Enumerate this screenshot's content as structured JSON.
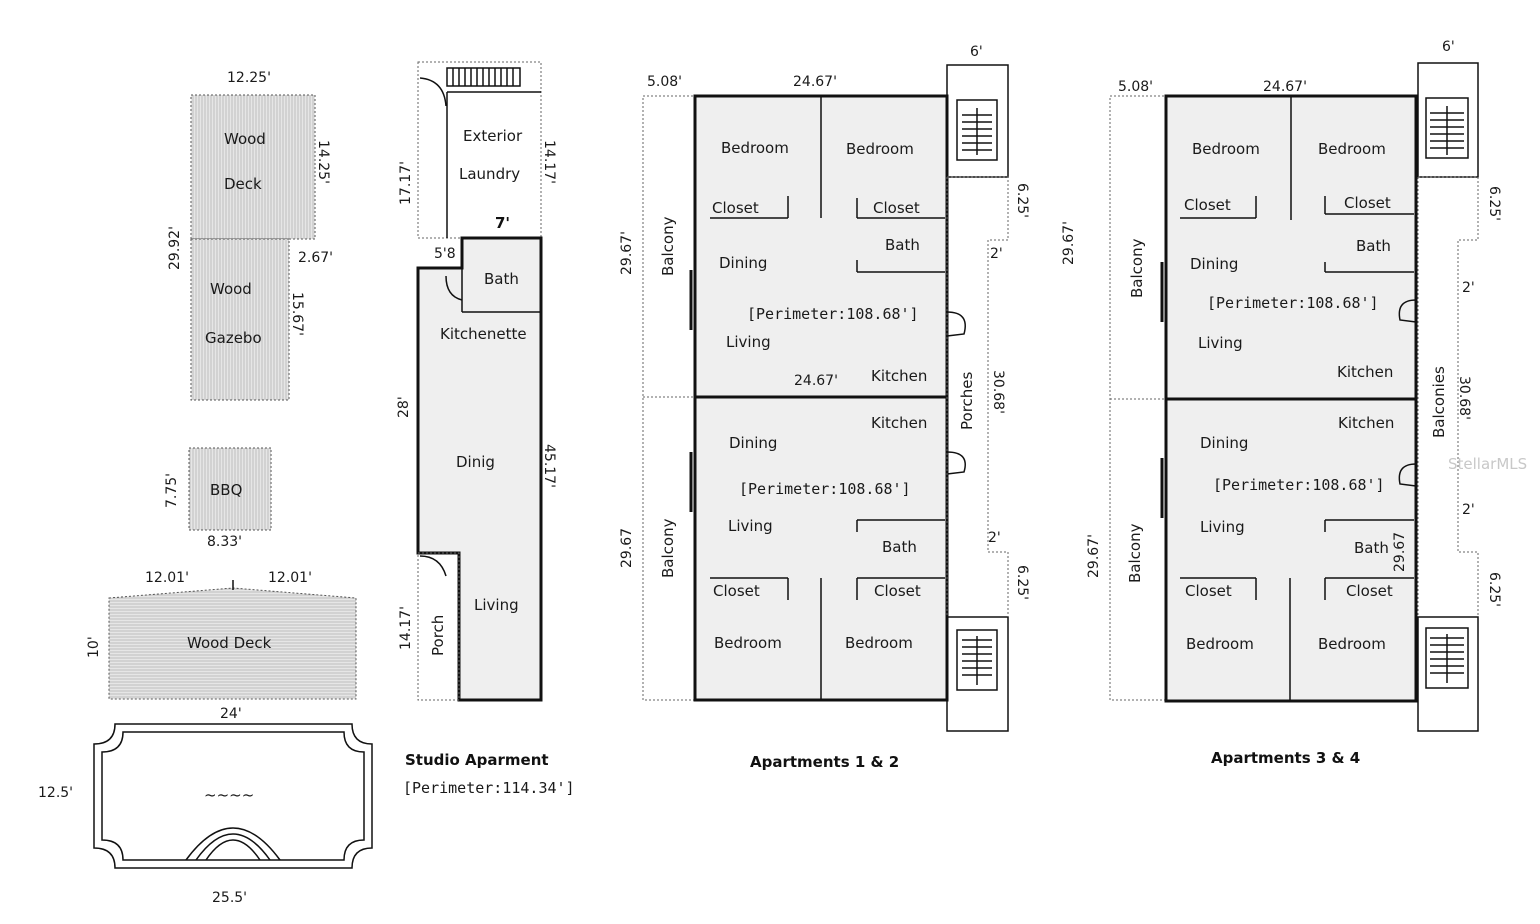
{
  "site": {
    "wood_deck_top": {
      "label1": "Wood",
      "label2": "Deck",
      "dim_width": "12.25'",
      "dim_height": "14.25'"
    },
    "dim_total_left": "29.92'",
    "gazebo": {
      "label1": "Wood",
      "label2": "Gazebo",
      "dim_offset": "2.67'",
      "dim_height": "15.67'"
    },
    "bbq": {
      "label": "BBQ",
      "dim_height": "7.75'",
      "dim_width": "8.33'"
    },
    "wood_deck_bottom": {
      "label": "Wood Deck",
      "dim_left": "12.01'",
      "dim_right": "12.01'",
      "dim_height": "10'"
    },
    "pool": {
      "dim_top": "24'",
      "dim_left": "12.5'",
      "dim_bottom": "25.5'",
      "water": "~~~~"
    }
  },
  "studio": {
    "exterior": "Exterior",
    "laundry": "Laundry",
    "dim_left_upper": "17.17'",
    "dim_right_upper": "14.17'",
    "dim_7": "7'",
    "dim_58": "5'8",
    "bath": "Bath",
    "kitchenette": "Kitchenette",
    "dim_left_mid": "28'",
    "dining": "Dinig",
    "dim_right_total": "45.17'",
    "dim_left_lower": "14.17'",
    "porch": "Porch",
    "living": "Living",
    "caption": "Studio Aparment",
    "perimeter": "[Perimeter:114.34']"
  },
  "apt12": {
    "dim_balcony_w": "5.08'",
    "dim_top": "24.67'",
    "dim_stair_w": "6'",
    "dim_left_upper": "29.67'",
    "balcony_upper": "Balcony",
    "bedroom_a": "Bedroom",
    "bedroom_b": "Bedroom",
    "closet_a": "Closet",
    "closet_b": "Closet",
    "bath_upper": "Bath",
    "dining_upper": "Dining",
    "perimeter_upper": "[Perimeter:108.68']",
    "living_upper": "Living",
    "dim_mid": "24.67'",
    "kitchen_upper": "Kitchen",
    "dim_stair_upper": "6.25'",
    "dim_2_upper": "2'",
    "porches": "Porches",
    "dim_porches": "30.68'",
    "kitchen_lower": "Kitchen",
    "dining_lower": "Dining",
    "perimeter_lower": "[Perimeter:108.68']",
    "living_lower": "Living",
    "bath_lower": "Bath",
    "dim_left_lower": "29.67",
    "balcony_lower": "Balcony",
    "dim_2_lower": "2'",
    "dim_stair_lower": "6.25'",
    "closet_c": "Closet",
    "closet_d": "Closet",
    "bedroom_c": "Bedroom",
    "bedroom_d": "Bedroom",
    "caption": "Apartments 1 & 2"
  },
  "apt34": {
    "dim_balcony_w": "5.08'",
    "dim_top": "24.67'",
    "dim_stair_w": "6'",
    "dim_left_upper": "29.67'",
    "balcony_upper": "Balcony",
    "bedroom_a": "Bedroom",
    "bedroom_b": "Bedroom",
    "closet_a": "Closet",
    "closet_b": "Closet",
    "bath_upper": "Bath",
    "dining_upper": "Dining",
    "perimeter_upper": "[Perimeter:108.68']",
    "living_upper": "Living",
    "kitchen_upper": "Kitchen",
    "dim_stair_upper": "6.25'",
    "dim_2_upper": "2'",
    "balconies": "Balconies",
    "dim_balconies": "30.68'",
    "kitchen_lower": "Kitchen",
    "dining_lower": "Dining",
    "perimeter_lower": "[Perimeter:108.68']",
    "living_lower": "Living",
    "bath_lower": "Bath",
    "dim_bath_lower": "29.67",
    "dim_left_lower": "29.67'",
    "balcony_lower": "Balcony",
    "dim_2_lower": "2'",
    "dim_stair_lower": "6.25'",
    "closet_c": "Closet",
    "closet_d": "Closet",
    "bedroom_c": "Bedroom",
    "bedroom_d": "Bedroom",
    "caption": "Apartments 3 & 4"
  },
  "watermark": "StellarMLS"
}
